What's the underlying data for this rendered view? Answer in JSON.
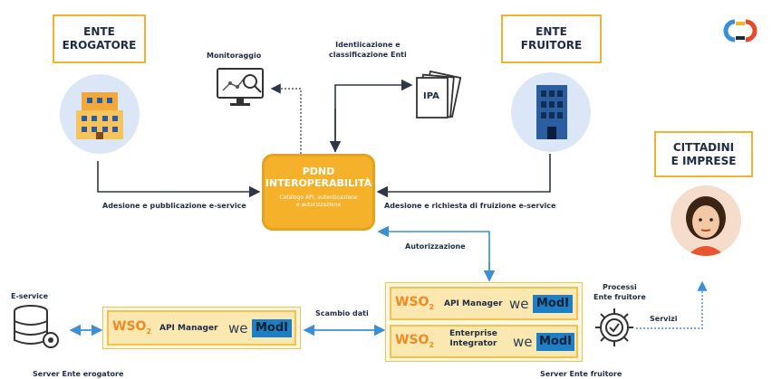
{
  "entities": {
    "erogatore": "ENTE\nEROGATORE",
    "fruitore": "ENTE\nFRUITORE",
    "cittadini": "CITTADINI\nE IMPRESE"
  },
  "pdnd": {
    "title": "PDND\nINTEROPERABILITÀ",
    "subtitle": "Catalogo API, autenticazione\ne autorizzazione"
  },
  "labels": {
    "monitoraggio": "Monitoraggio",
    "identificazione": "Identiicazione e\nclassificazione Enti",
    "ipa": "IPA",
    "adesione_pub": "Adesione e pubblicazione e-service",
    "adesione_fru": "Adesione e richiesta di fruizione e-service",
    "autorizzazione": "Autorizzazione",
    "eservice": "E-service",
    "scambio": "Scambio dati",
    "processi": "Processi\nEnte fruitore",
    "servizi": "Servizi",
    "server_erogatore": "Server Ente erogatore",
    "server_fruitore": "Server Ente fruitore"
  },
  "products": {
    "wso2": "WSO",
    "wso2_sub": "2",
    "api_manager": "API Manager",
    "enterprise": "Enterprise\nIntegrator",
    "we": "we",
    "modi": "ModI"
  },
  "colors": {
    "accent_yellow": "#f2b233",
    "pdnd_orange": "#f6b12a",
    "arrow_blue": "#3a8fd6",
    "modi_blue": "#1e7fc7",
    "text_dark": "#1f2a44"
  }
}
